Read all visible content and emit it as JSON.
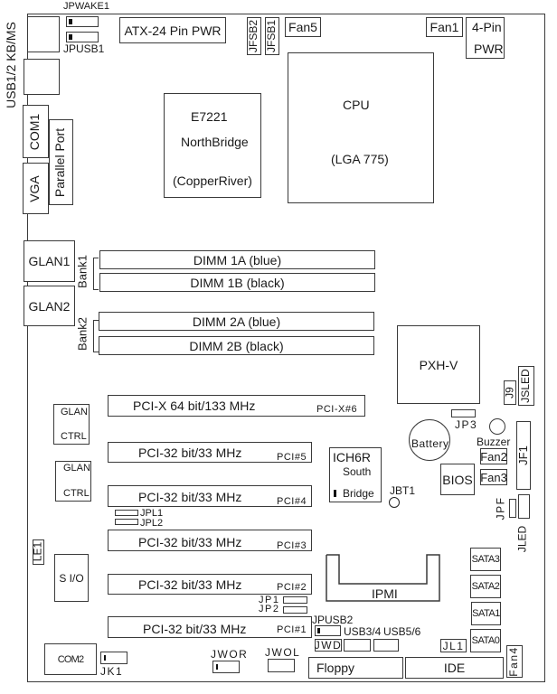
{
  "diagram": {
    "title": "Motherboard Layout",
    "rear_io": {
      "usb_kbms": "USB1/2 KB/MS",
      "com1": "COM1",
      "parallel": "Parallel Port",
      "vga": "VGA",
      "glan1": "GLAN1",
      "glan2": "GLAN2"
    },
    "jumpers_top": {
      "jpwake1": "JPWAKE1",
      "jpusb1": "JPUSB1",
      "jfsb2": "JFSB2",
      "jfsb1": "JFSB1"
    },
    "power": {
      "atx24": "ATX-24 Pin PWR",
      "fourpin_line1": "4-Pin",
      "fourpin_line2": "PWR"
    },
    "fans": {
      "fan1": "Fan1",
      "fan2": "Fan2",
      "fan3": "Fan3",
      "fan4": "Fan4",
      "fan5": "Fan5"
    },
    "northbridge": {
      "line1": "E7221",
      "line2": "NorthBridge",
      "line3": "(CopperRiver)"
    },
    "cpu": {
      "line1": "CPU",
      "line2": "(LGA 775)"
    },
    "memory": {
      "bank1": "Bank1",
      "bank2": "Bank2",
      "dimms": [
        "DIMM 1A (blue)",
        "DIMM 1B (black)",
        "DIMM 2A (blue)",
        "DIMM 2B (black)"
      ]
    },
    "pxh": "PXH-V",
    "j9": "J9",
    "jsled": "JSLED",
    "jp3": "JP3",
    "battery": "Battery",
    "buzzer": "Buzzer",
    "jf1": "JF1",
    "bios": "BIOS",
    "jpf": "JPF",
    "jled": "JLED",
    "jbt1": "JBT1",
    "southbridge": {
      "line1": "ICH6R",
      "line2": "South",
      "line3": "Bridge"
    },
    "glan_ctrl": [
      {
        "line1": "GLAN",
        "line2": "CTRL"
      },
      {
        "line1": "GLAN",
        "line2": "CTRL"
      }
    ],
    "pci_slots": [
      {
        "label": "PCI-X 64 bit/133 MHz",
        "id": "PCI-X#6"
      },
      {
        "label": "PCI-32 bit/33 MHz",
        "id": "PCI#5"
      },
      {
        "label": "PCI-32 bit/33 MHz",
        "id": "PCI#4"
      },
      {
        "label": "PCI-32 bit/33 MHz",
        "id": "PCI#3"
      },
      {
        "label": "PCI-32 bit/33 MHz",
        "id": "PCI#2"
      },
      {
        "label": "PCI-32 bit/33 MHz",
        "id": "PCI#1"
      }
    ],
    "jpl1": "JPL1",
    "jpl2": "JPL2",
    "le1": "LE1",
    "sio": "S I/O",
    "jp1": "JP1",
    "jp2": "JP2",
    "ipmi": "IPMI",
    "sata": [
      "SATA3",
      "SATA2",
      "SATA1",
      "SATA0"
    ],
    "jpusb2": "JPUSB2",
    "usb34": "USB3/4",
    "usb56": "USB5/6",
    "jwd": "JWD",
    "jl1": "JL1",
    "floppy": "Floppy",
    "ide": "IDE",
    "com2": "COM2",
    "jk1": "JK1",
    "jwor": "JWOR",
    "jwol": "JWOL"
  }
}
